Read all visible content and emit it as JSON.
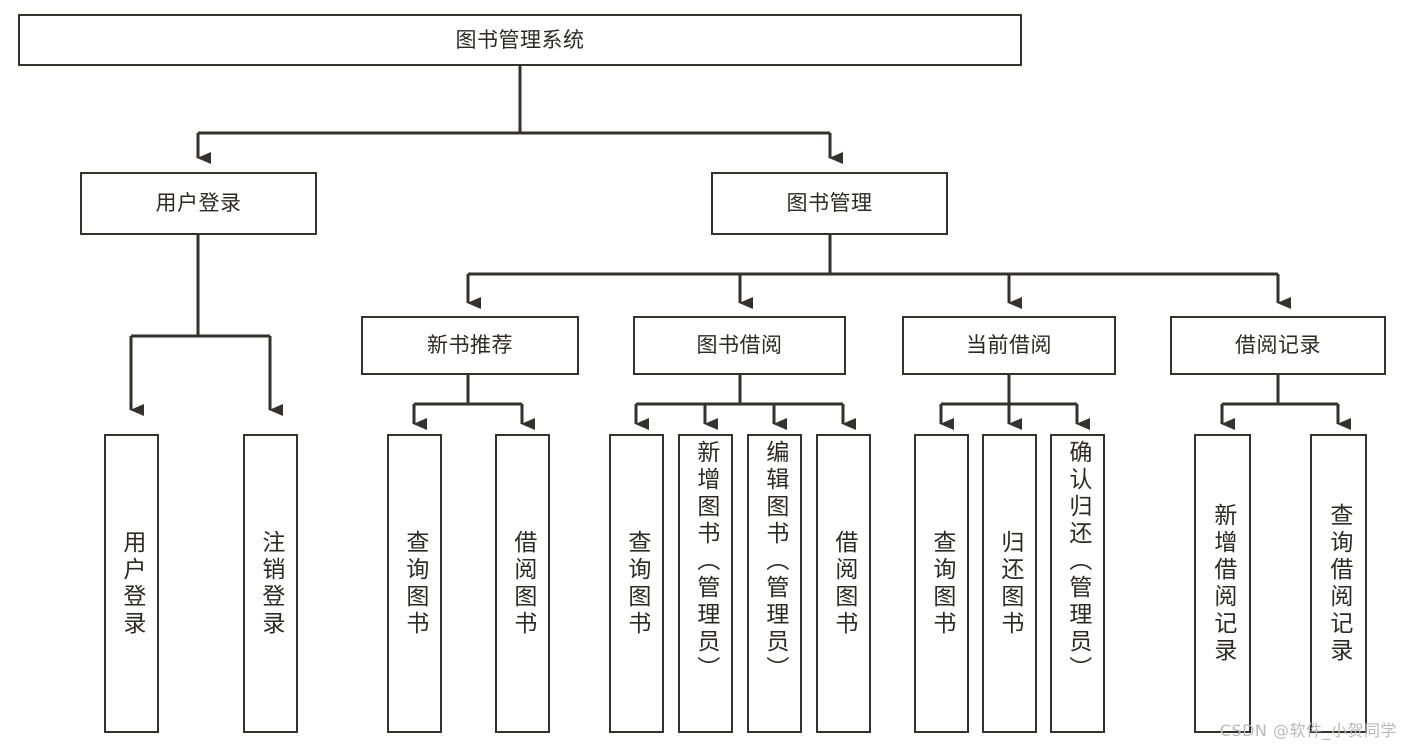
{
  "diagram": {
    "type": "tree-hierarchy-diagram",
    "title": "图书管理系统",
    "theme": {
      "background": "#ffffff",
      "border": "#33322f",
      "text": "#2b2a27",
      "watermark": "#b9b9b9"
    },
    "root": {
      "label": "图书管理系统",
      "orientation": "horizontal"
    },
    "level2": [
      {
        "label": "用户登录",
        "orientation": "horizontal"
      },
      {
        "label": "图书管理",
        "orientation": "horizontal"
      }
    ],
    "level3": [
      {
        "label": "新书推荐",
        "orientation": "horizontal",
        "parent": "图书管理"
      },
      {
        "label": "图书借阅",
        "orientation": "horizontal",
        "parent": "图书管理"
      },
      {
        "label": "当前借阅",
        "orientation": "horizontal",
        "parent": "图书管理"
      },
      {
        "label": "借阅记录",
        "orientation": "horizontal",
        "parent": "图书管理"
      }
    ],
    "leaves": [
      {
        "label": "用户登录",
        "parent": "用户登录",
        "orientation": "vertical"
      },
      {
        "label": "注销登录",
        "parent": "用户登录",
        "orientation": "vertical"
      },
      {
        "label": "查询图书",
        "parent": "新书推荐",
        "orientation": "vertical"
      },
      {
        "label": "借阅图书",
        "parent": "新书推荐",
        "orientation": "vertical"
      },
      {
        "label": "查询图书",
        "parent": "图书借阅",
        "orientation": "vertical"
      },
      {
        "label": "新增图书（管理员）",
        "parent": "图书借阅",
        "orientation": "vertical"
      },
      {
        "label": "编辑图书（管理员）",
        "parent": "图书借阅",
        "orientation": "vertical"
      },
      {
        "label": "借阅图书",
        "parent": "图书借阅",
        "orientation": "vertical"
      },
      {
        "label": "查询图书",
        "parent": "当前借阅",
        "orientation": "vertical"
      },
      {
        "label": "归还图书",
        "parent": "当前借阅",
        "orientation": "vertical"
      },
      {
        "label": "确认归还（管理员）",
        "parent": "当前借阅",
        "orientation": "vertical"
      },
      {
        "label": "新增借阅记录",
        "parent": "借阅记录",
        "orientation": "vertical"
      },
      {
        "label": "查询借阅记录",
        "parent": "借阅记录",
        "orientation": "vertical"
      }
    ]
  },
  "watermark": {
    "text": "CSDN @软件_小贺同学"
  }
}
